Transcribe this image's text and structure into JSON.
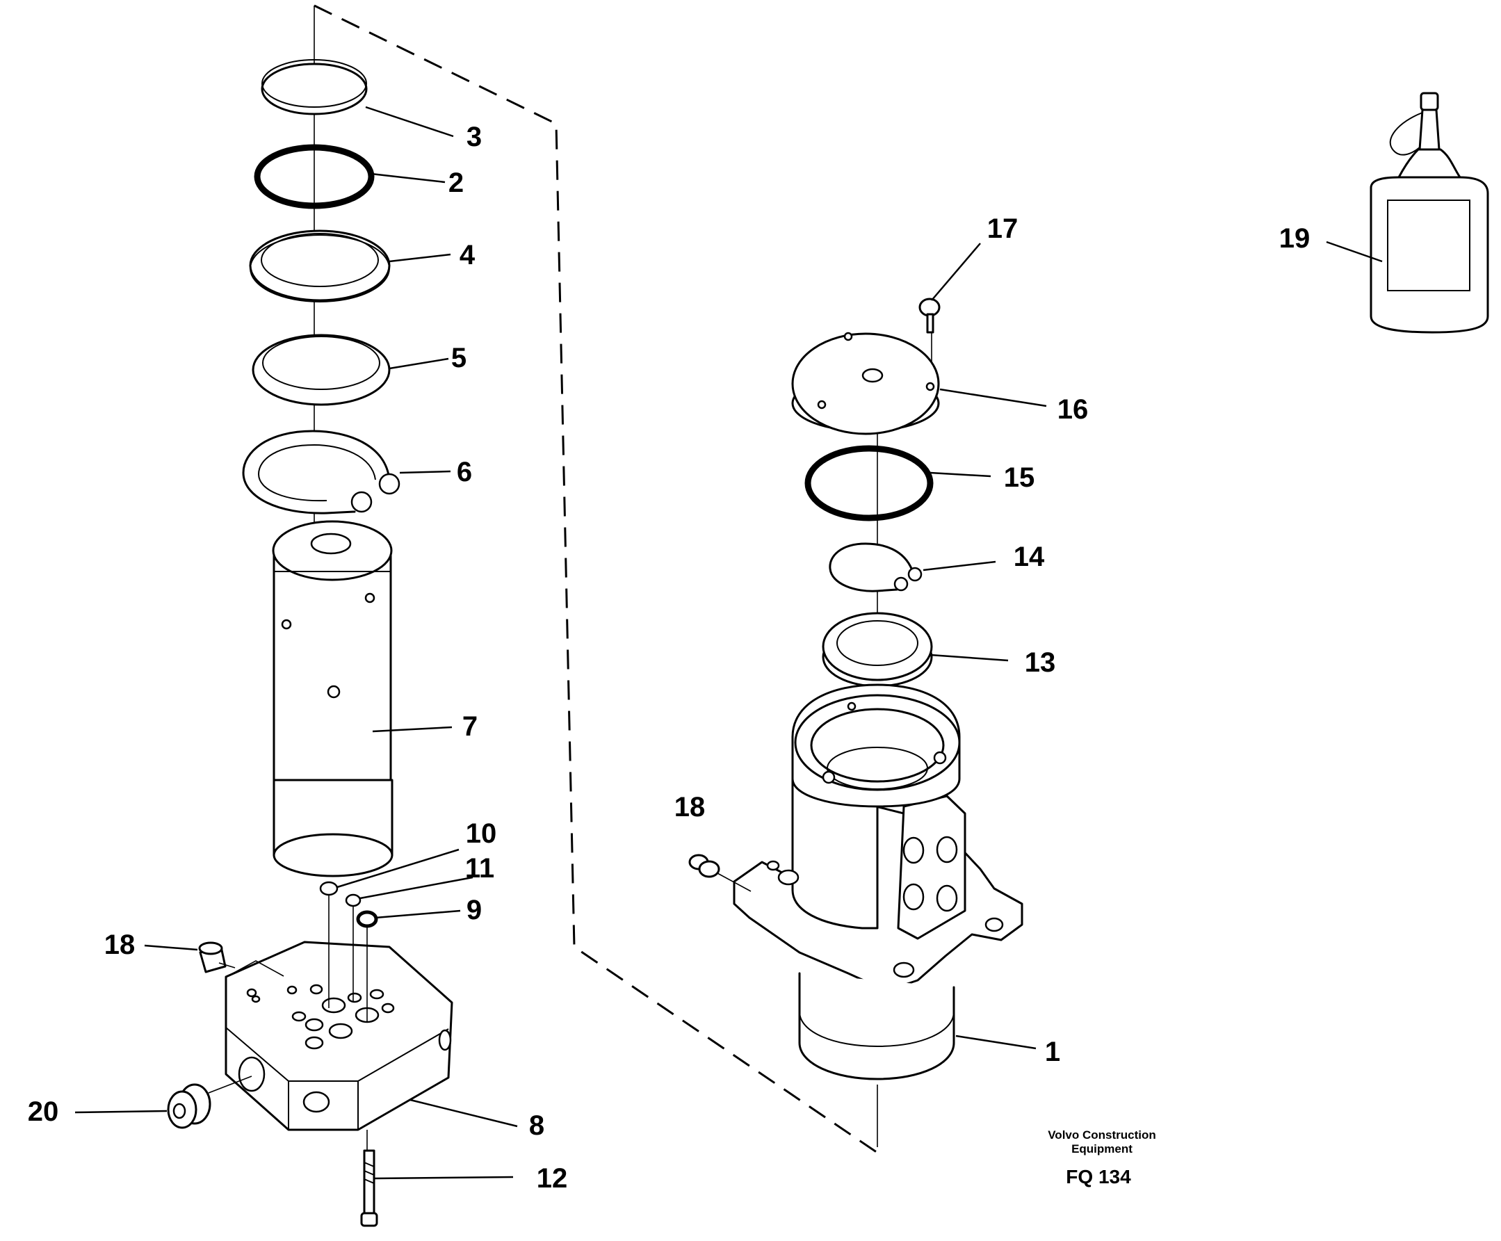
{
  "figure": {
    "manufacturer_line1": "Volvo Construction",
    "manufacturer_line2": "Equipment",
    "code": "FQ 134"
  },
  "callouts": [
    {
      "id": "c3",
      "text": "3"
    },
    {
      "id": "c2",
      "text": "2"
    },
    {
      "id": "c4",
      "text": "4"
    },
    {
      "id": "c5",
      "text": "5"
    },
    {
      "id": "c6",
      "text": "6"
    },
    {
      "id": "c7",
      "text": "7"
    },
    {
      "id": "c10",
      "text": "10"
    },
    {
      "id": "c11",
      "text": "11"
    },
    {
      "id": "c9",
      "text": "9"
    },
    {
      "id": "c18a",
      "text": "18"
    },
    {
      "id": "c20",
      "text": "20"
    },
    {
      "id": "c8",
      "text": "8"
    },
    {
      "id": "c12",
      "text": "12"
    },
    {
      "id": "c17",
      "text": "17"
    },
    {
      "id": "c16",
      "text": "16"
    },
    {
      "id": "c15",
      "text": "15"
    },
    {
      "id": "c14",
      "text": "14"
    },
    {
      "id": "c13",
      "text": "13"
    },
    {
      "id": "c18b",
      "text": "18"
    },
    {
      "id": "c1",
      "text": "1"
    },
    {
      "id": "c19",
      "text": "19"
    }
  ]
}
